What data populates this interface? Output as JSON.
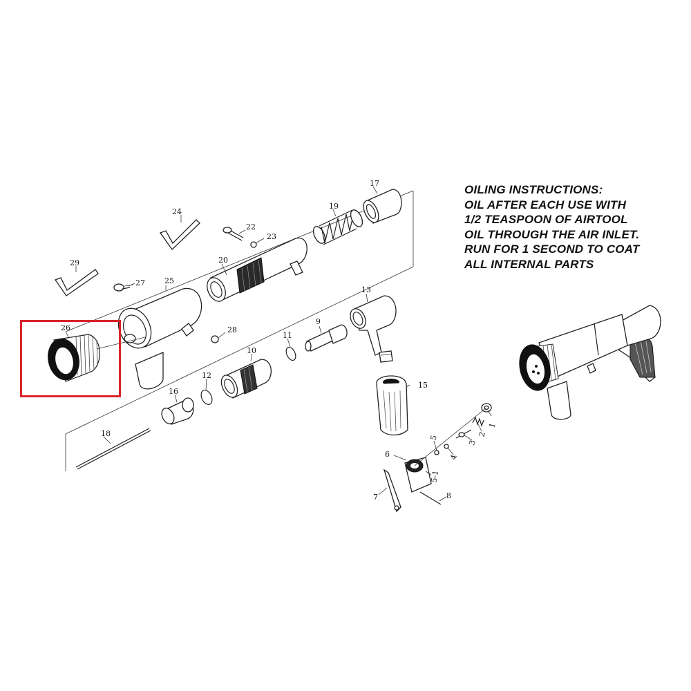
{
  "instructions": {
    "lines": [
      "OILING INSTRUCTIONS:",
      "OIL AFTER EACH USE WITH",
      "1/2 TEASPOON OF AIRTOOL",
      "OIL THROUGH THE AIR INLET.",
      "RUN FOR 1 SECOND TO COAT",
      "ALL INTERNAL PARTS"
    ]
  },
  "highlight": {
    "part": "26",
    "color": "#d8232a"
  },
  "parts": {
    "p1": "1",
    "p2": "2",
    "p3": "3",
    "p4": "4",
    "p5": "5",
    "p5_1": "5-1",
    "p6": "6",
    "p7": "7",
    "p8": "8",
    "p9": "9",
    "p10": "10",
    "p11": "11",
    "p12": "12",
    "p13": "13",
    "p15": "15",
    "p16": "16",
    "p17": "17",
    "p18": "18",
    "p19": "19",
    "p20": "20",
    "p22": "22",
    "p23": "23",
    "p24": "24",
    "p25": "25",
    "p26": "26",
    "p27": "27",
    "p28": "28",
    "p29": "29"
  }
}
